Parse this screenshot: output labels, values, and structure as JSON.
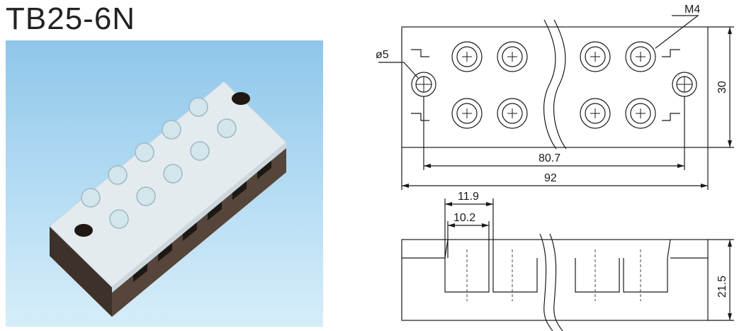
{
  "title": "TB25-6N",
  "photo": {
    "description_icon": "terminal-block-photo"
  },
  "top_view": {
    "screw_label": "M4",
    "hole_label": "ø5",
    "height_label": "30",
    "inner_width_label": "80.7",
    "outer_width_label": "92"
  },
  "side_view": {
    "pitch_outer_label": "11.9",
    "pitch_inner_label": "10.2",
    "height_label": "21.5"
  },
  "colors": {
    "line": "#1a1a1a",
    "body": "#4a3a30",
    "cover": "#e8eef2",
    "background": "#a9d4f0"
  }
}
